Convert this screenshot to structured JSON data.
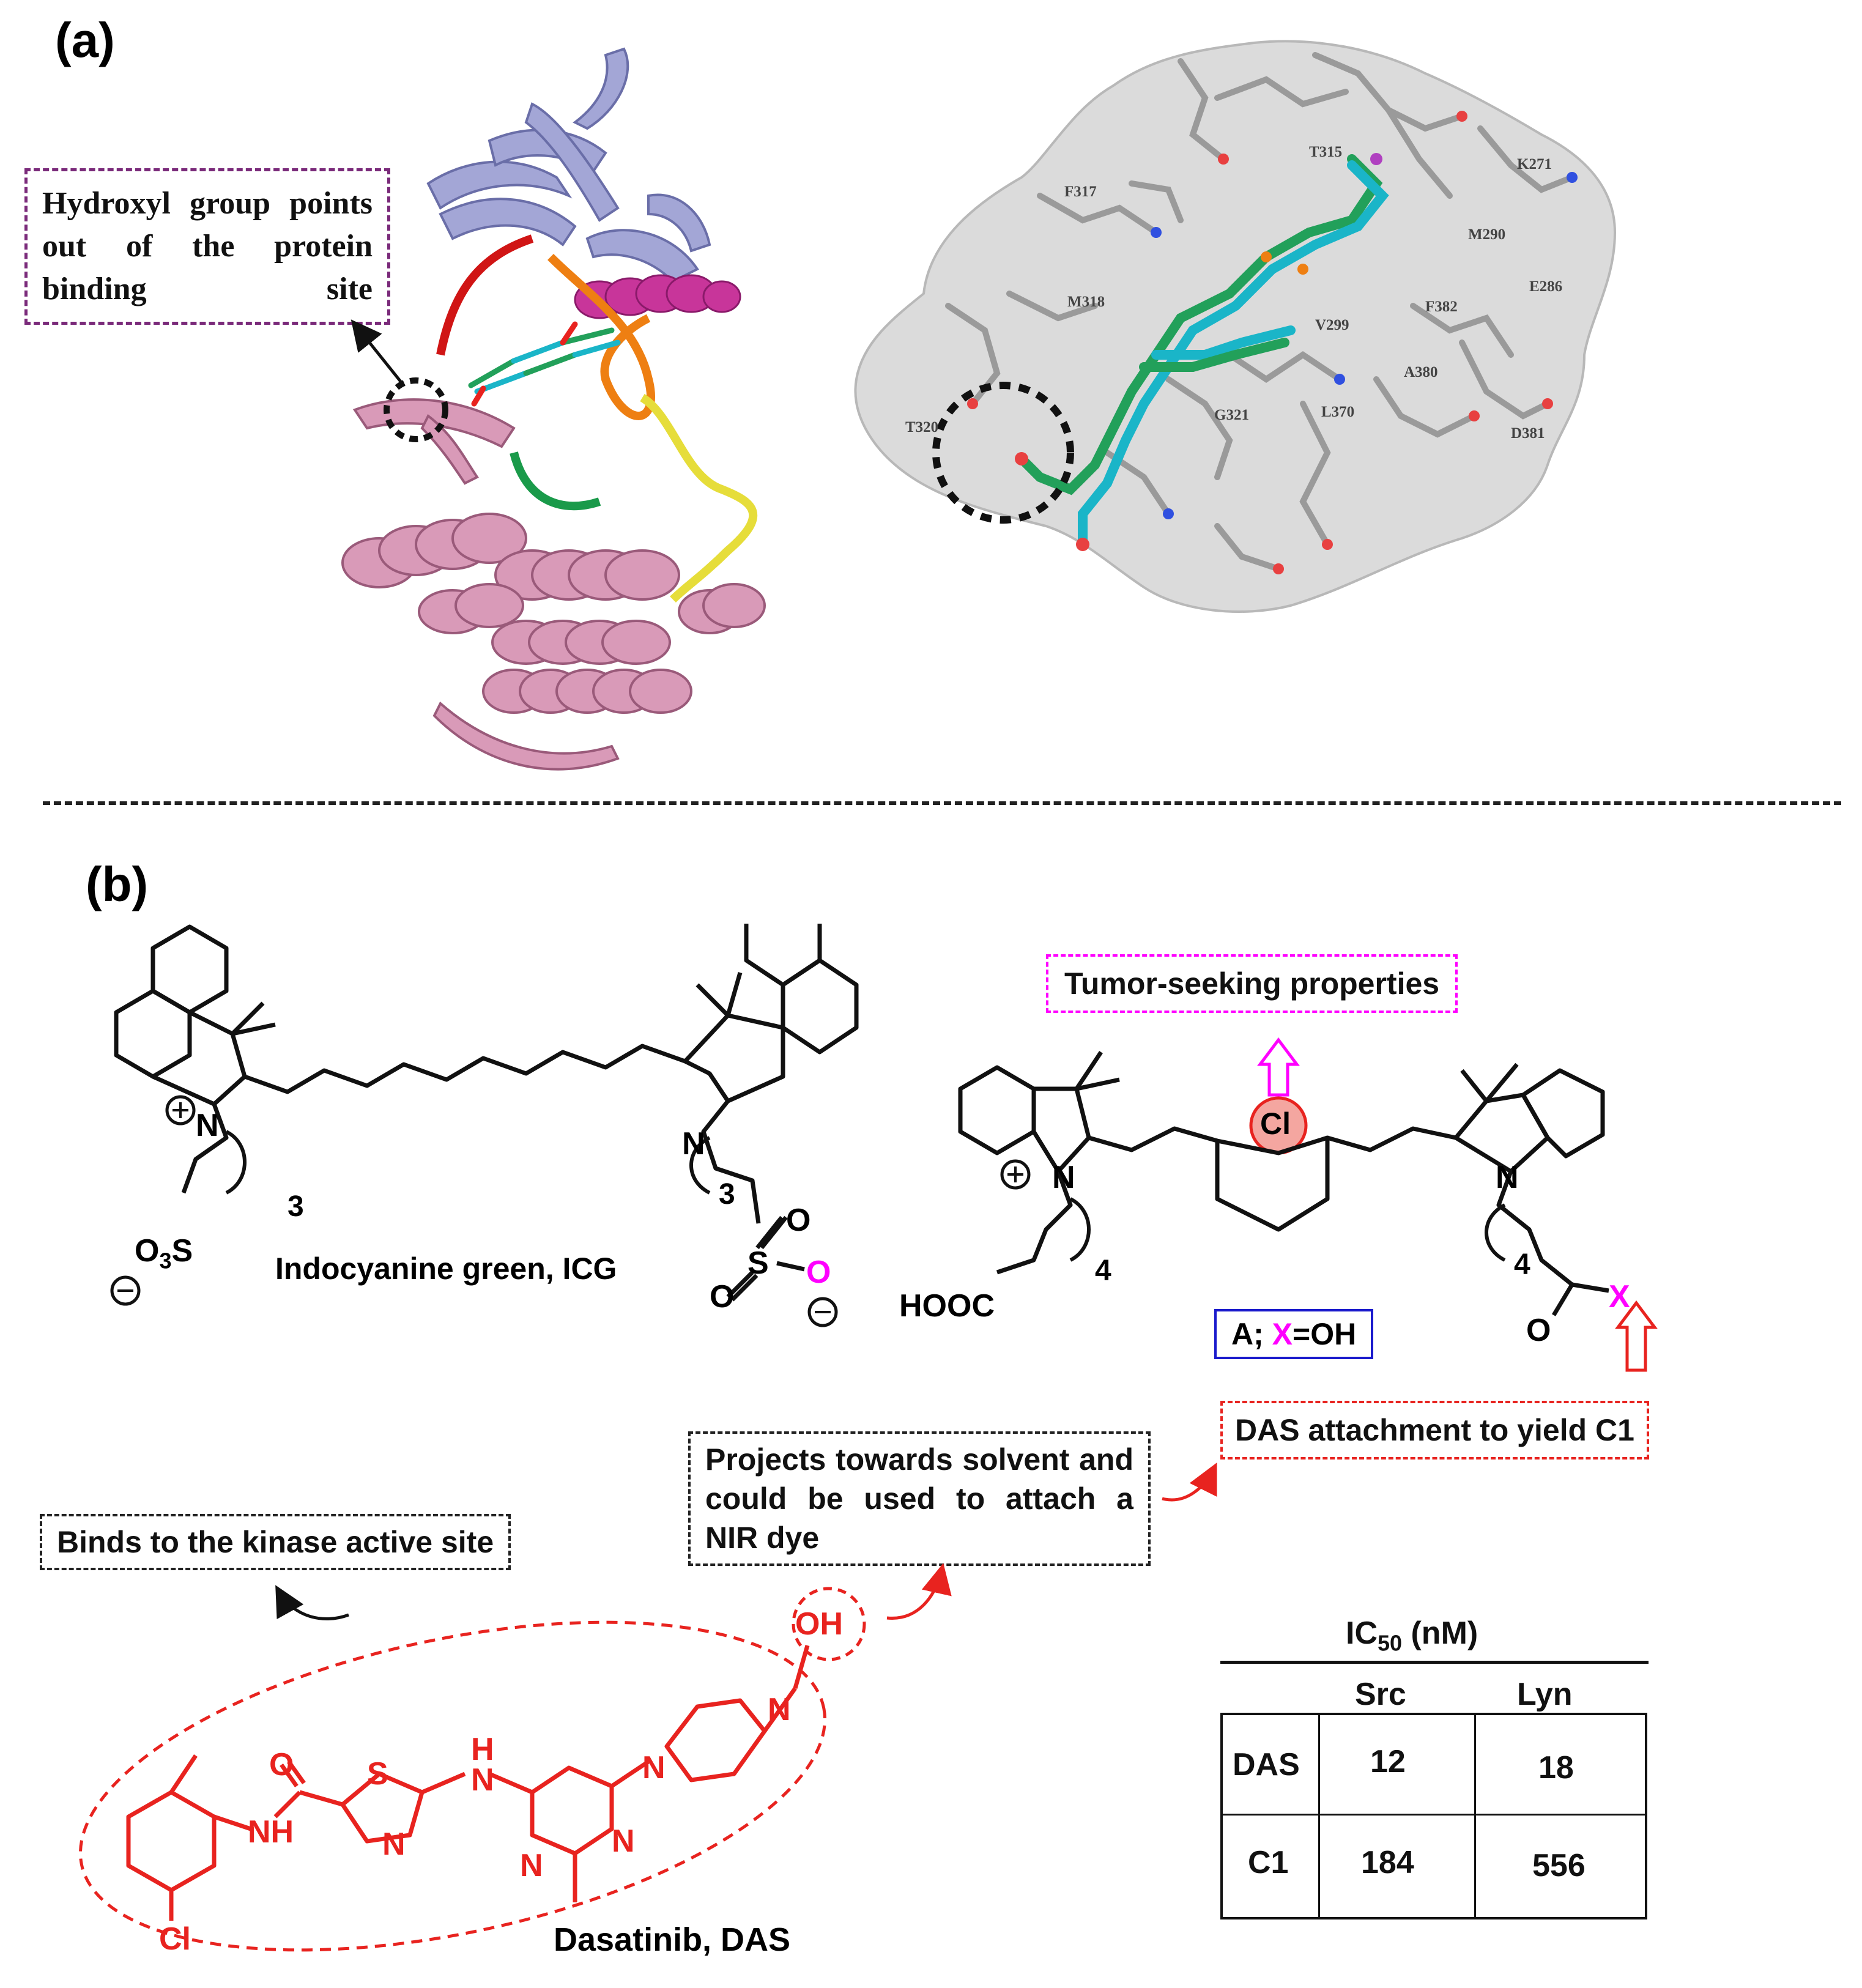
{
  "panel_a": {
    "label": "(a)",
    "callout": "Hydroxyl group points out of the protein binding site",
    "residues": {
      "T315": "T315",
      "K271": "K271",
      "F317": "F317",
      "M290": "M290",
      "E286": "E286",
      "M318": "M318",
      "V299": "V299",
      "F382": "F382",
      "A380": "A380",
      "T320": "T320",
      "G321": "G321",
      "L370": "L370",
      "D381": "D381"
    }
  },
  "panel_b": {
    "label": "(b)",
    "icg": {
      "name": "Indocyanine green, ICG",
      "o3s": "O3S",
      "o3s_sub": "3",
      "n_plus": "N",
      "n": "N",
      "chain_left": "3",
      "chain_right": "3",
      "s": "S",
      "o_top": "O",
      "o_left": "O",
      "o_minus": "O"
    },
    "dye": {
      "tumor_label": "Tumor-seeking properties",
      "cl": "Cl",
      "n_plus": "N",
      "n": "N",
      "chain_left": "4",
      "chain_right": "4",
      "hooc": "HOOC",
      "o": "O",
      "x": "X",
      "a_label_prefix": "A; ",
      "a_label_x": "X",
      "a_label_suffix": "=OH",
      "das_attach": "DAS attachment to yield C1"
    },
    "das": {
      "name": "Dasatinib, DAS",
      "binds_label": "Binds to the kinase active site",
      "projects_label": "Projects towards solvent and could be used to attach a NIR dye",
      "oh": "OH",
      "atoms": {
        "o": "O",
        "nh_amide": "NH",
        "s": "S",
        "n_thiazole": "N",
        "h_link": "H",
        "n_link": "N",
        "n_pyr1": "N",
        "n_pyr2": "N",
        "n_pip1": "N",
        "n_pip2": "N",
        "cl": "Cl"
      }
    },
    "ic50_table": {
      "title_main": "IC",
      "title_sub": "50",
      "title_unit": " (nM)",
      "columns": [
        "Src",
        "Lyn"
      ],
      "rows": [
        {
          "name": "DAS",
          "src": "12",
          "lyn": "18"
        },
        {
          "name": "C1",
          "src": "184",
          "lyn": "556"
        }
      ]
    }
  },
  "colors": {
    "red": "#e8231f",
    "magenta": "#ff00ff",
    "purple_box": "#7a2a7a",
    "blue_box": "#1a1acc",
    "protein_pink": "#d99ab8",
    "protein_lavender": "#a3a6d6",
    "ligand_green": "#22a05a",
    "ligand_cyan": "#1ab5c8",
    "cl_circle": "#f4a6a0"
  }
}
